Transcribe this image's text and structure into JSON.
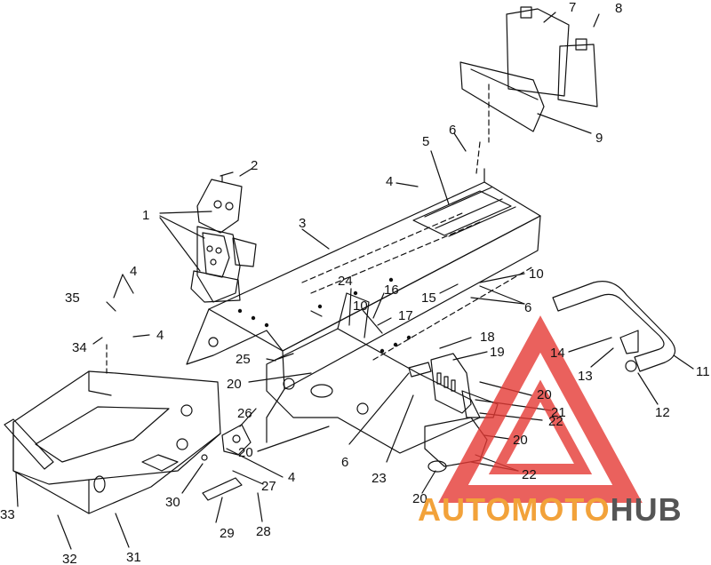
{
  "callouts": [
    "1",
    "2",
    "3",
    "4",
    "4",
    "4",
    "4",
    "5",
    "6",
    "6",
    "6",
    "7",
    "8",
    "9",
    "10",
    "10",
    "11",
    "12",
    "13",
    "14",
    "15",
    "16",
    "17",
    "18",
    "19",
    "20",
    "20",
    "20",
    "20",
    "20",
    "21",
    "22",
    "22",
    "23",
    "24",
    "25",
    "26",
    "27",
    "28",
    "29",
    "30",
    "31",
    "32",
    "33",
    "34",
    "35"
  ],
  "watermark": {
    "part1": "AUTOMOTO",
    "part2": "HUB",
    "color1": "#f2a23a",
    "color2": "#555555",
    "logo_color": "#e53935"
  }
}
